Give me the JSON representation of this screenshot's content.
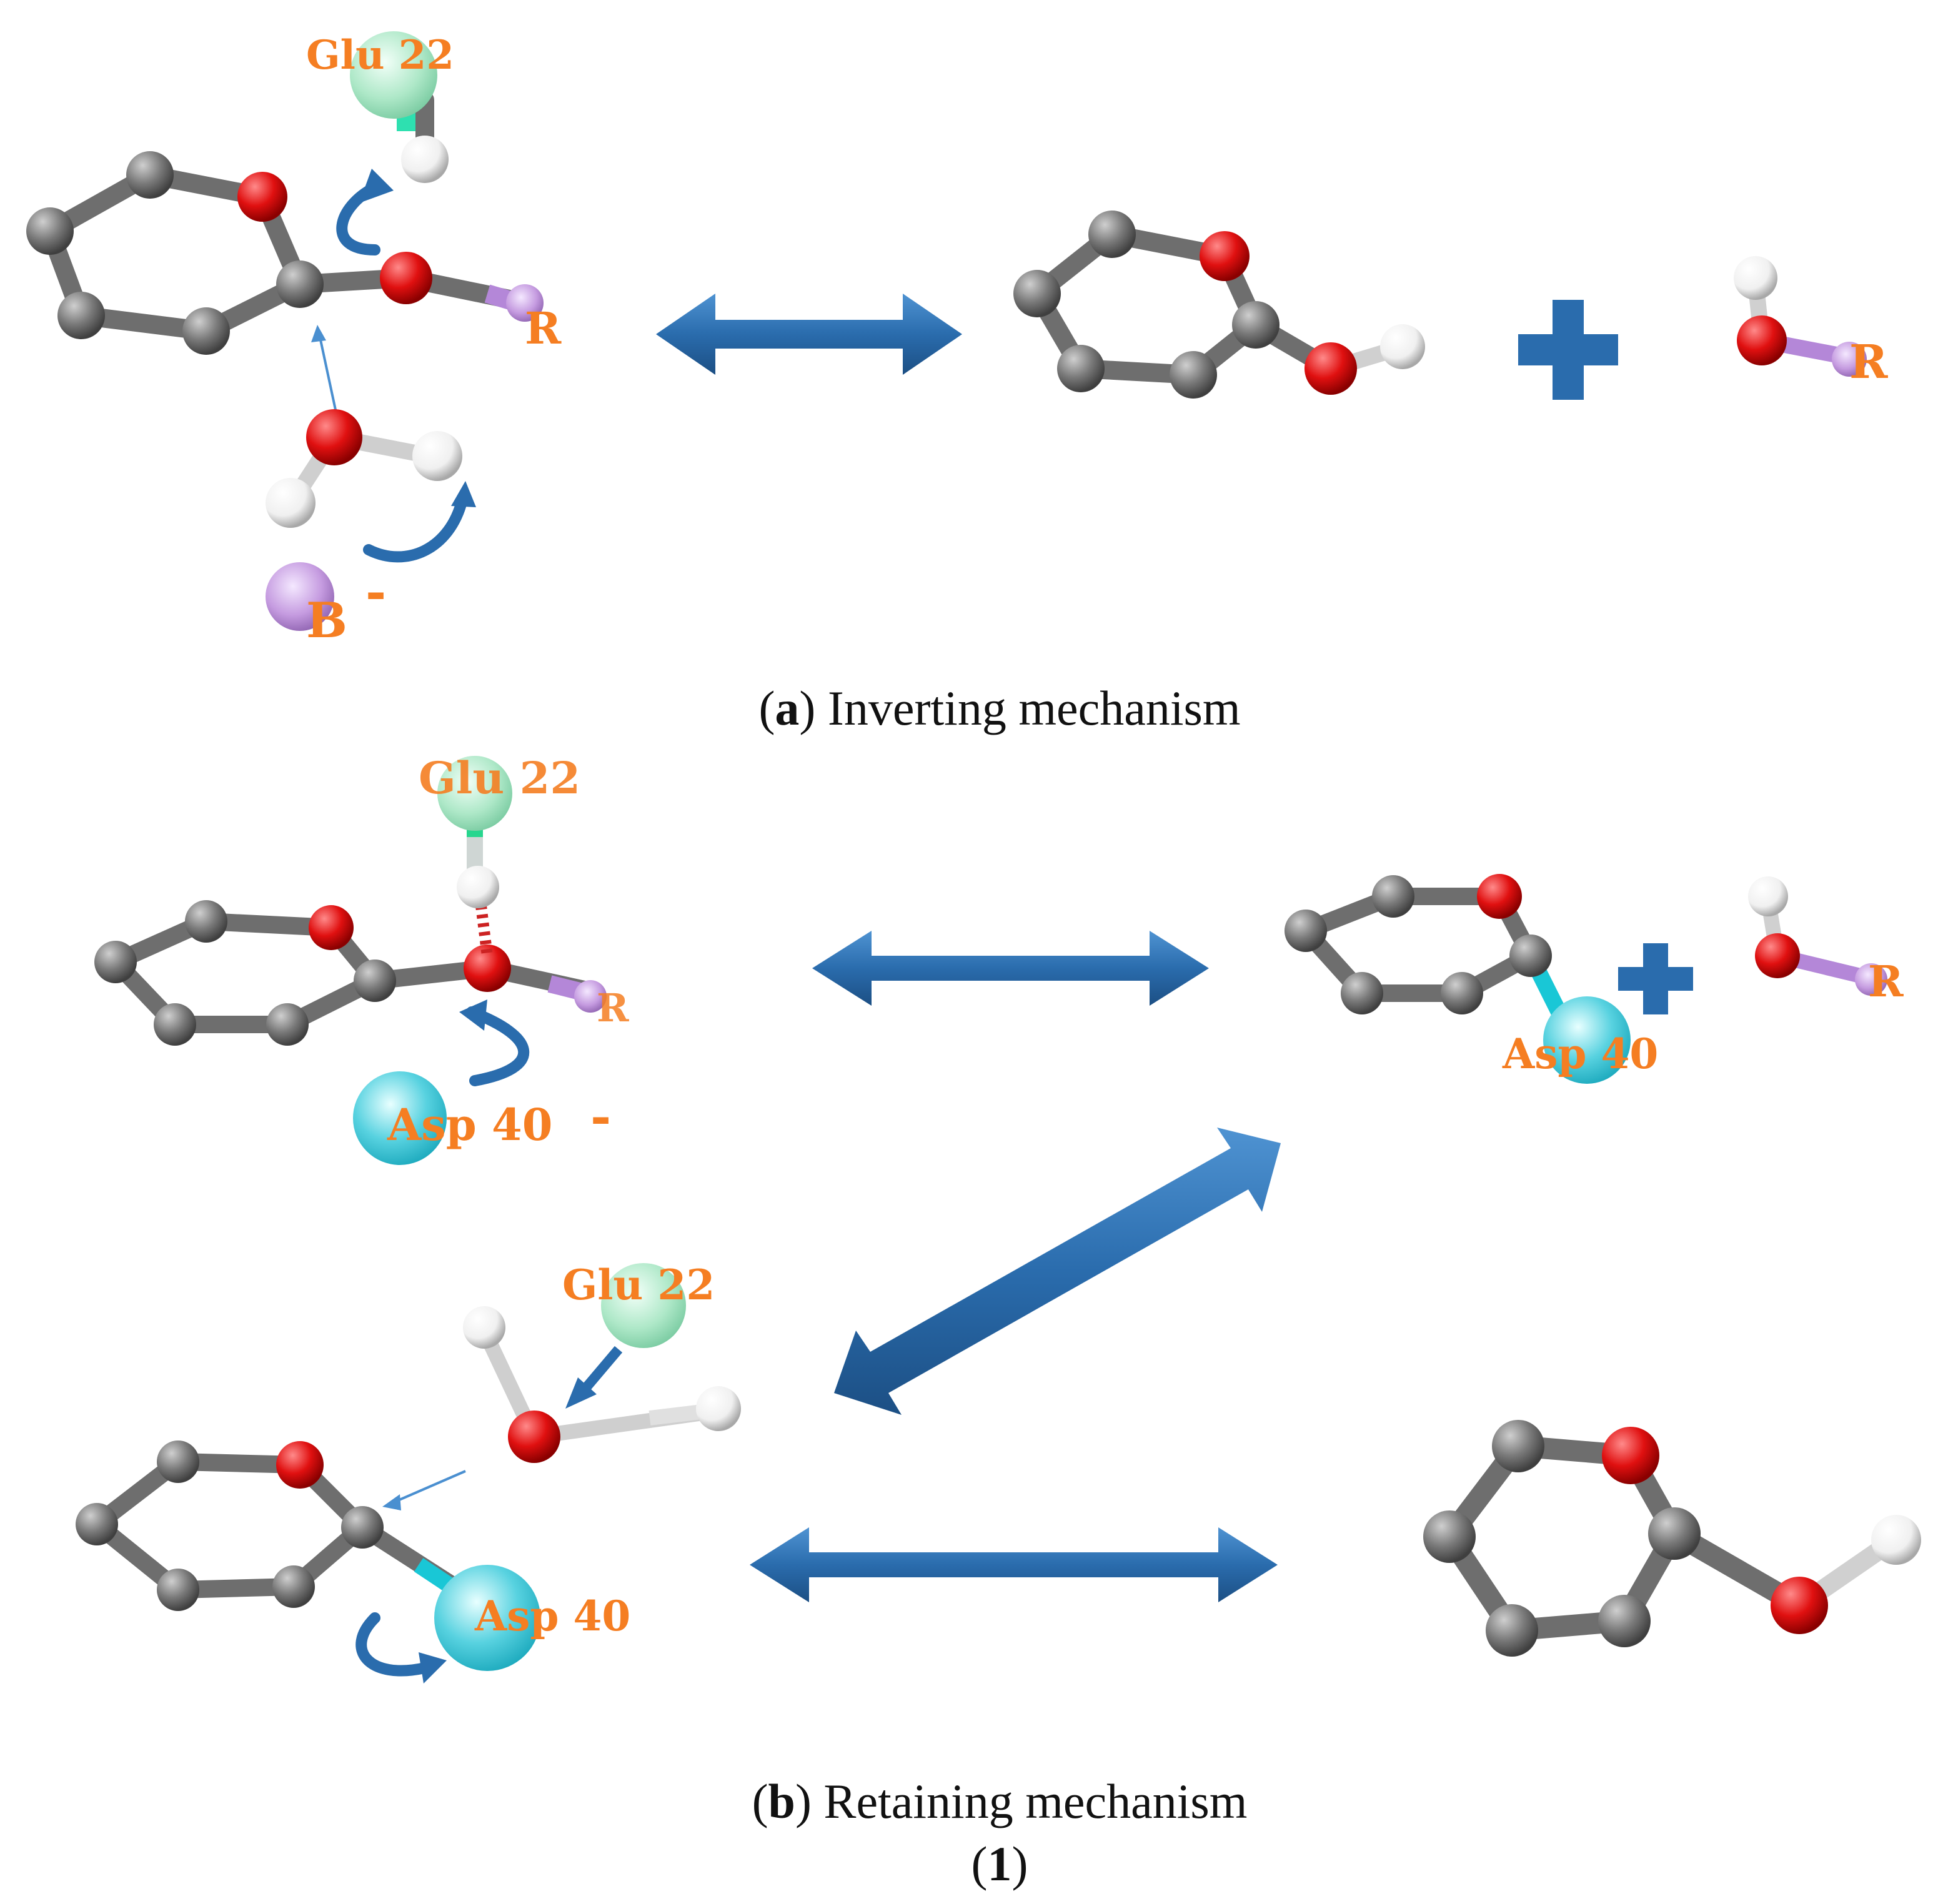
{
  "colors": {
    "carbon": "#737373",
    "oxygen": "#e01010",
    "hydrogen": "#f2f2f2",
    "label": "#f57e22",
    "arrow": "#2a6cad",
    "glu": "#aee8c8",
    "asp": "#58d2e0",
    "r_group": "#c59be0",
    "base": "#c59be0"
  },
  "panel_a": {
    "labels": {
      "glu": "Glu 22",
      "r_reactant": "R",
      "base": "B",
      "base_charge": "-",
      "r_product": "R"
    },
    "caption": {
      "letter": "a",
      "open": "(",
      "close": ")",
      "text": " Inverting mechanism"
    }
  },
  "panel_b": {
    "labels": {
      "glu_top": "Glu 22",
      "r_top": "R",
      "asp_top": "Asp 40",
      "asp_top_charge": "-",
      "asp_intermediate": "Asp 40",
      "r_intermediate": "R",
      "glu_bottom": "Glu 22",
      "asp_bottom": "Asp 40"
    },
    "caption": {
      "letter": "b",
      "open": "(",
      "close": ")",
      "text": " Retaining mechanism"
    }
  },
  "figure_number": {
    "open": "(",
    "number": "1",
    "close": ")"
  }
}
